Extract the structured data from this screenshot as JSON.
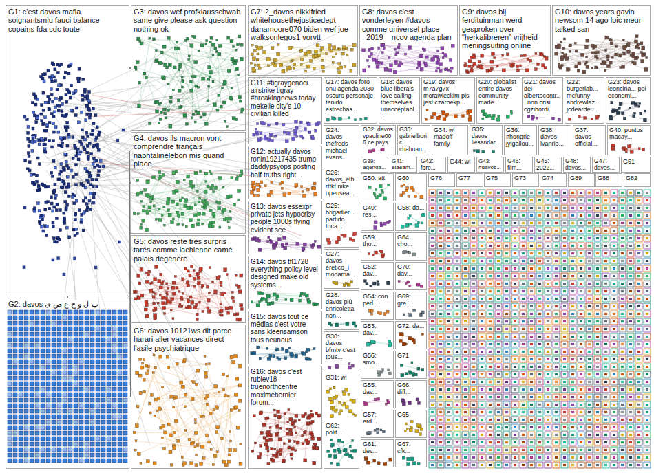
{
  "diagram": {
    "nodes": [
      {
        "text": [
          "G1: c'est davos mafia soignantsmlu fauci balance copains fda cdc toute"
        ]
      },
      {
        "text": [
          "G3: davos wef profklausschwab same give please ask question nothing ok"
        ]
      },
      {
        "text": [
          "G7: 2_davos nikkifried whitehousethejusticedept danamoore070 biden wef joe walksonlegos1 vorvtt"
        ]
      },
      {
        "text": [
          "G8: davos c'est vonderleyen #davos comme universel place _2019__ncov agenda plan"
        ]
      },
      {
        "text": [
          "G9: davos bij ferdituinman werd gesproken over \"herkalibreren\" vrijheid meningsuiting online"
        ]
      },
      {
        "text": [
          "G10: davos years gavin newsom 14 ago loic meur talked san"
        ]
      },
      {
        "text": [
          "G4: davos ils macron vont comprendre français naphtalinelebon mis quand place"
        ]
      },
      {
        "text": [
          "G11: #tigraygenoci... airstrike tigray #breakingnews today mekelle city's 10 civilian killed"
        ]
      },
      {
        "text": [
          "G17: davos foro onu agenda 2030 oscuro personaje tenido estrechas..."
        ]
      },
      {
        "text": [
          "G18: davos blue liberals love calling themselves unacceptabl..."
        ]
      },
      {
        "text": [
          "G19: davos m7a7g7x morawieckim pis jest czarnekp..."
        ]
      },
      {
        "text": [
          "G20: globalist entire davos community made..."
        ]
      },
      {
        "text": [
          "G21: davos dei albertocontr... non crisi cgzibordi..."
        ]
      },
      {
        "text": [
          "G22: burgerlab... mcfunny andrewlaz... jcdeardeu..."
        ]
      },
      {
        "text": [
          "G23: davos leoncina... poi economi..."
        ]
      },
      {
        "text": [
          "G12: actually davos ronin19217435 trump daddypsyops posting half truths right..."
        ]
      },
      {
        "text": [
          "G24: davos thefreds michael evans..."
        ]
      },
      {
        "text": [
          "G32: davos vpauline006 ce pays..."
        ]
      },
      {
        "text": [
          "G33: gabrielboric chahuan..."
        ]
      },
      {
        "text": [
          "G34: wl madoff family"
        ]
      },
      {
        "text": [
          "G35: davos liesandar..."
        ]
      },
      {
        "text": [
          "G36: #hongrie jylgallou..."
        ]
      },
      {
        "text": [
          "G38: davos ivanrio..."
        ]
      },
      {
        "text": [
          "G37: davos official..."
        ]
      },
      {
        "text": [
          "G40: puntos macay..."
        ]
      },
      {
        "text": [
          "G39: agenda..."
        ]
      },
      {
        "text": [
          "G41: elaeam..."
        ]
      },
      {
        "text": [
          "G42: foro..."
        ]
      },
      {
        "text": [
          "G44: wl"
        ]
      },
      {
        "text": [
          "G43: #davos..."
        ]
      },
      {
        "text": [
          "G46: film..."
        ]
      },
      {
        "text": [
          "G45: 2022..."
        ]
      },
      {
        "text": [
          "G48: davos..."
        ]
      },
      {
        "text": [
          "G47: davos..."
        ]
      },
      {
        "text": [
          "G51"
        ]
      },
      {
        "text": [
          "G5: davos reste très surpris tarés comme lachienne camé palais dégénéré"
        ]
      },
      {
        "text": [
          "G13: davos essexpr private jets hypocrisy people 1000s flying evident see"
        ]
      },
      {
        "text": [
          "G26: davos_eth rtfkt nike opensea..."
        ]
      },
      {
        "text": [
          "G14: davos tfl1728 everything policy level designed make old systems..."
        ]
      },
      {
        "text": [
          "G25: brigadier... partido toca..."
        ]
      },
      {
        "text": [
          "G27: davos éretico_i modama..."
        ]
      },
      {
        "text": [
          "G15: davos tout ce médias c'est votre sans kleensamson tous neuneus"
        ]
      },
      {
        "text": [
          "G28: davos più enricoletta non..."
        ]
      },
      {
        "text": [
          "G6: davos 10121ws dit parce harari aller vacances direct l'asile psychiatrique"
        ]
      },
      {
        "text": [
          "G30: davos bfmtv c'est tous..."
        ]
      },
      {
        "text": [
          "G16: davos c'est rublev18 truenorthcentre maximebernier forum..."
        ]
      },
      {
        "text": [
          "G31: wl"
        ]
      },
      {
        "text": [
          "G2: davos ب ل و ح ع ص ی"
        ]
      },
      {
        "text": [
          "G62: polit..."
        ]
      },
      {
        "text": [
          "G50: att"
        ]
      },
      {
        "text": [
          "G49: res..."
        ]
      },
      {
        "text": [
          "G59: tho..."
        ]
      },
      {
        "text": [
          "G52: dav..."
        ]
      },
      {
        "text": [
          "G54: con ped..."
        ]
      },
      {
        "text": [
          "G53: dav..."
        ]
      },
      {
        "text": [
          "G56: smo..."
        ]
      },
      {
        "text": [
          "G55: dav..."
        ]
      },
      {
        "text": [
          "G57: erd..."
        ]
      },
      {
        "text": [
          "G61: dev..."
        ]
      },
      {
        "text": [
          "G60"
        ]
      },
      {
        "text": [
          "G58: da..."
        ]
      },
      {
        "text": [
          "G64: cho..."
        ]
      },
      {
        "text": [
          "G70: dav..."
        ]
      },
      {
        "text": [
          "G69: gre..."
        ]
      },
      {
        "text": [
          "G72: da..."
        ]
      },
      {
        "text": [
          "G71"
        ]
      },
      {
        "text": [
          "G66: diff..."
        ]
      },
      {
        "text": [
          "G65"
        ]
      },
      {
        "text": [
          "G67: cfk..."
        ]
      },
      {
        "text": [
          "G76"
        ]
      },
      {
        "text": [
          "G77"
        ]
      },
      {
        "text": [
          "G75"
        ]
      },
      {
        "text": [
          "G73"
        ]
      },
      {
        "text": [
          "G74"
        ]
      },
      {
        "text": [
          "G89"
        ]
      },
      {
        "text": [
          "G88"
        ]
      },
      {
        "text": [
          "G82"
        ]
      }
    ],
    "edges": [
      {
        "from": 0,
        "to": 1,
        "arrow": "none"
      },
      {
        "from": 0,
        "to": 6,
        "arrow": "none"
      },
      {
        "from": 0,
        "to": 35,
        "arrow": "none"
      },
      {
        "from": 0,
        "to": 43,
        "arrow": "none"
      },
      {
        "from": 0,
        "to": 47,
        "arrow": "none"
      }
    ]
  }
}
